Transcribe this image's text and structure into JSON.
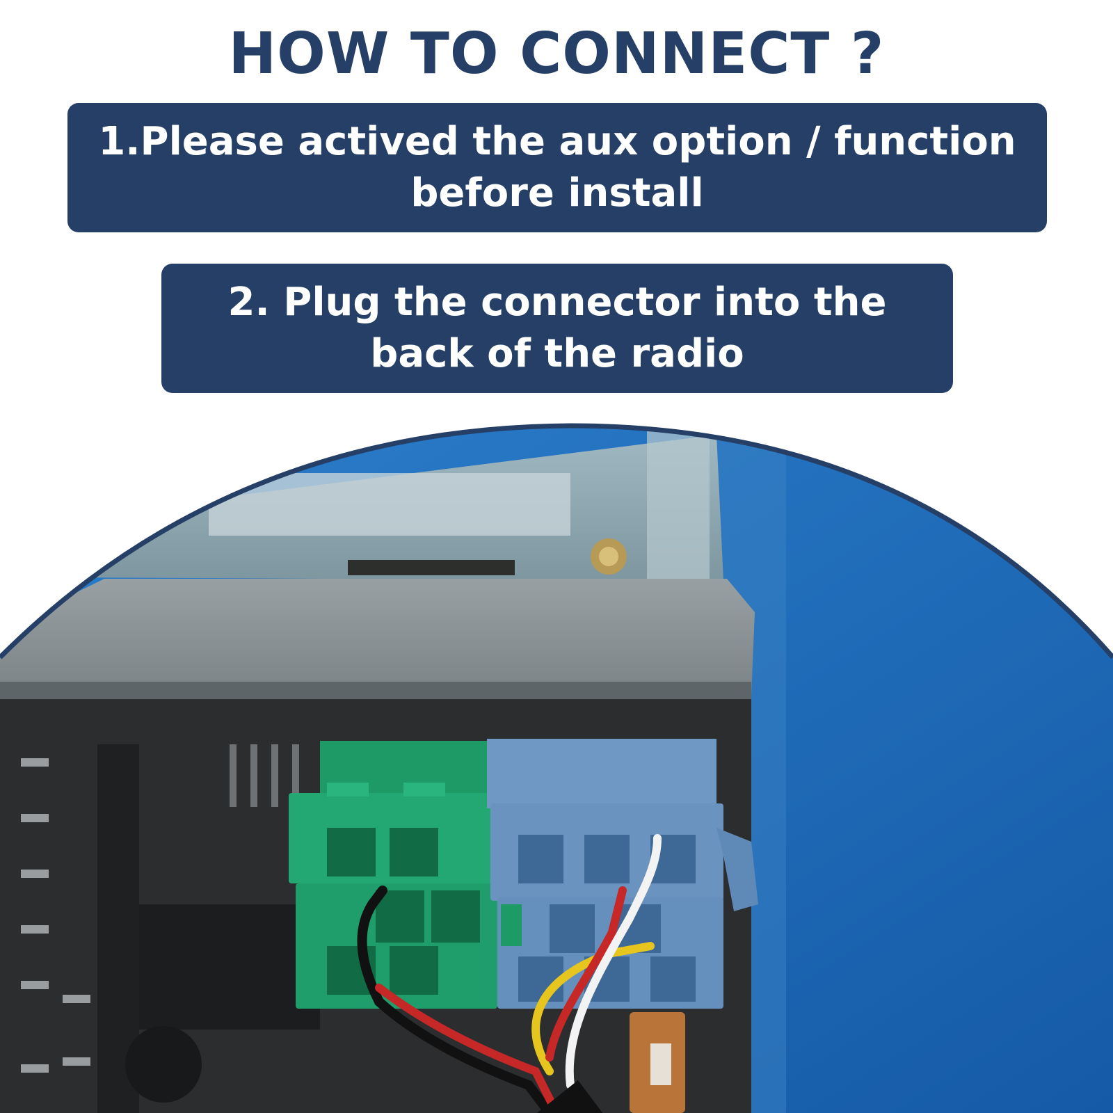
{
  "title": "HOW TO CONNECT ?",
  "steps": [
    {
      "line1": "1.Please actived the aux option / function",
      "line2": "before install"
    },
    {
      "line1": "2. Plug the connector into the",
      "line2": "back of the radio"
    }
  ],
  "colors": {
    "navy": "#253f66",
    "background": "#ffffff",
    "connector_green": "#1fa36b",
    "connector_blue": "#6a93c0",
    "backdrop_blue": "#1c66b3"
  },
  "photo": {
    "icon": "radio-connector-photo",
    "wires": [
      "black",
      "red",
      "yellow",
      "white"
    ]
  }
}
